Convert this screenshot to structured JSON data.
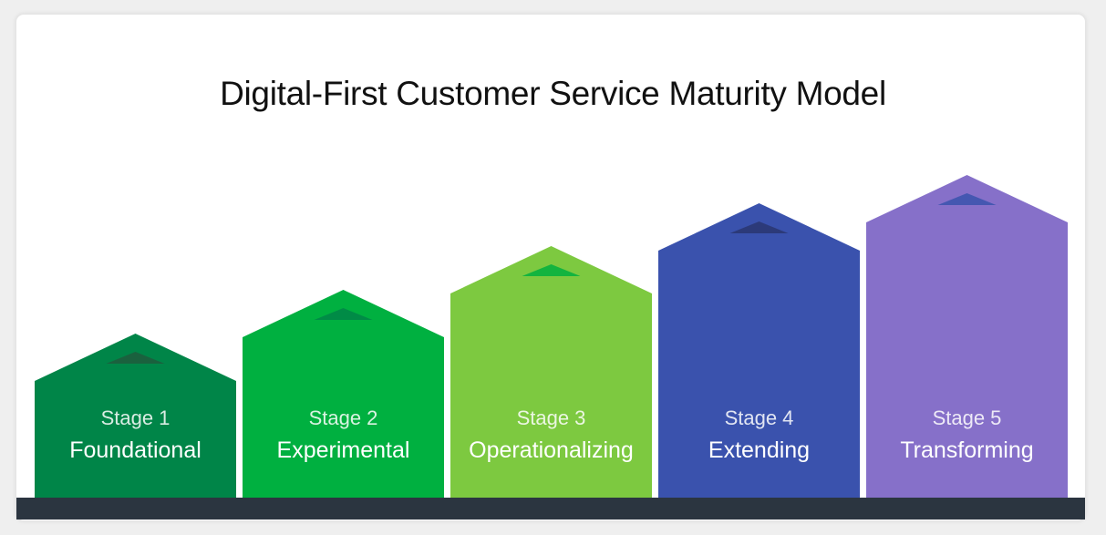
{
  "title": "Digital-First Customer Service Maturity Model",
  "stages": [
    {
      "number_label": "Stage 1",
      "name": "Foundational",
      "color": "#008548",
      "marker_color": "#1f5a3d",
      "level": 1
    },
    {
      "number_label": "Stage 2",
      "name": "Experimental",
      "color": "#00b040",
      "marker_color": "#008548",
      "level": 2
    },
    {
      "number_label": "Stage 3",
      "name": "Operationalizing",
      "color": "#7dc940",
      "marker_color": "#00b040",
      "level": 3
    },
    {
      "number_label": "Stage 4",
      "name": "Extending",
      "color": "#3a52ad",
      "marker_color": "#2a3670",
      "level": 4
    },
    {
      "number_label": "Stage 5",
      "name": "Transforming",
      "color": "#8670c9",
      "marker_color": "#3a52ad",
      "level": 5
    }
  ],
  "base_color": "#2b3540"
}
